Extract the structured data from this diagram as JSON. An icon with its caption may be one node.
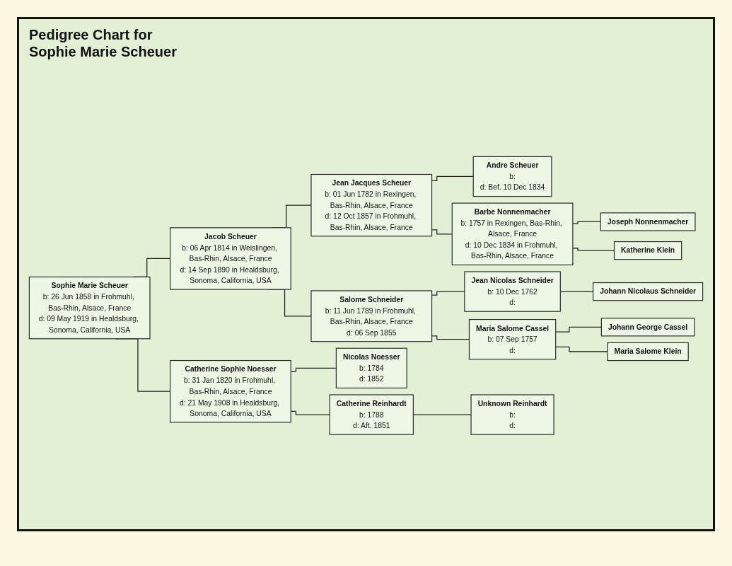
{
  "diagram": {
    "title": "Pedigree Chart for Sophie Marie Scheuer",
    "nodes": [
      {
        "text": [
          "Sophie Marie Scheuer",
          "b: 26 Jun 1858 in Frohmuhl, Bas-Rhin, Alsace, France",
          "d: 09 May 1919 in Healdsburg, Sonoma, California, USA"
        ]
      },
      {
        "text": [
          "Jacob Scheuer",
          "b: 06 Apr 1814 in Weislingen, Bas-Rhin, Alsace, France",
          "d: 14 Sep 1890 in Healdsburg, Sonoma, California, USA"
        ]
      },
      {
        "text": [
          "Catherine Sophie Noesser",
          "b: 31 Jan 1820 in Frohmuhl, Bas-Rhin, Alsace, France",
          "d: 21 May 1908 in Healdsburg, Sonoma, California, USA"
        ]
      },
      {
        "text": [
          "Jean Jacques Scheuer",
          "b: 01 Jun 1782 in Rexingen, Bas-Rhin, Alsace, France",
          "d: 12 Oct 1857 in Frohmuhl, Bas-Rhin, Alsace, France"
        ]
      },
      {
        "text": [
          "Salome Schneider",
          "b: 11 Jun 1789 in Frohmuhl, Bas-Rhin, Alsace, France",
          "d: 06 Sep 1855"
        ]
      },
      {
        "text": [
          "Nicolas Noesser",
          "b: 1784",
          "d: 1852"
        ]
      },
      {
        "text": [
          "Catherine Reinhardt",
          "b: 1788",
          "d: Aft. 1851"
        ]
      },
      {
        "text": [
          "Andre Scheuer",
          "b:",
          "d: Bef. 10 Dec 1834"
        ]
      },
      {
        "text": [
          "Barbe Nonnenmacher",
          "b: 1757 in Rexingen, Bas-Rhin, Alsace, France",
          "d: 10 Dec 1834 in Frohmuhl, Bas-Rhin, Alsace, France"
        ]
      },
      {
        "text": [
          "Jean Nicolas Schneider",
          "b: 10 Dec 1762",
          "d:"
        ]
      },
      {
        "text": [
          "Maria Salome Cassel",
          "b: 07 Sep 1757",
          "d:"
        ]
      },
      {
        "text": [
          "Unknown Reinhardt",
          "b:",
          "d:"
        ]
      },
      {
        "text": [
          "Joseph Nonnenmacher"
        ]
      },
      {
        "text": [
          "Katherine Klein"
        ]
      },
      {
        "text": [
          "Johann Nicolaus Schneider"
        ]
      },
      {
        "text": [
          "Johann George Cassel"
        ]
      },
      {
        "text": [
          "Maria Salome Klein"
        ]
      }
    ],
    "edges": [
      {
        "from": 0,
        "to": 1,
        "arrow": "none"
      },
      {
        "from": 0,
        "to": 2,
        "arrow": "none"
      },
      {
        "from": 1,
        "to": 3,
        "arrow": "none"
      },
      {
        "from": 1,
        "to": 4,
        "arrow": "none"
      },
      {
        "from": 2,
        "to": 5,
        "arrow": "none"
      },
      {
        "from": 2,
        "to": 6,
        "arrow": "none"
      },
      {
        "from": 3,
        "to": 7,
        "arrow": "none"
      },
      {
        "from": 3,
        "to": 8,
        "arrow": "none"
      },
      {
        "from": 4,
        "to": 9,
        "arrow": "none"
      },
      {
        "from": 4,
        "to": 10,
        "arrow": "none"
      },
      {
        "from": 6,
        "to": 11,
        "arrow": "none"
      },
      {
        "from": 8,
        "to": 12,
        "arrow": "none"
      },
      {
        "from": 8,
        "to": 13,
        "arrow": "none"
      },
      {
        "from": 9,
        "to": 14,
        "arrow": "none"
      },
      {
        "from": 10,
        "to": 15,
        "arrow": "none"
      },
      {
        "from": 10,
        "to": 16,
        "arrow": "none"
      }
    ]
  }
}
